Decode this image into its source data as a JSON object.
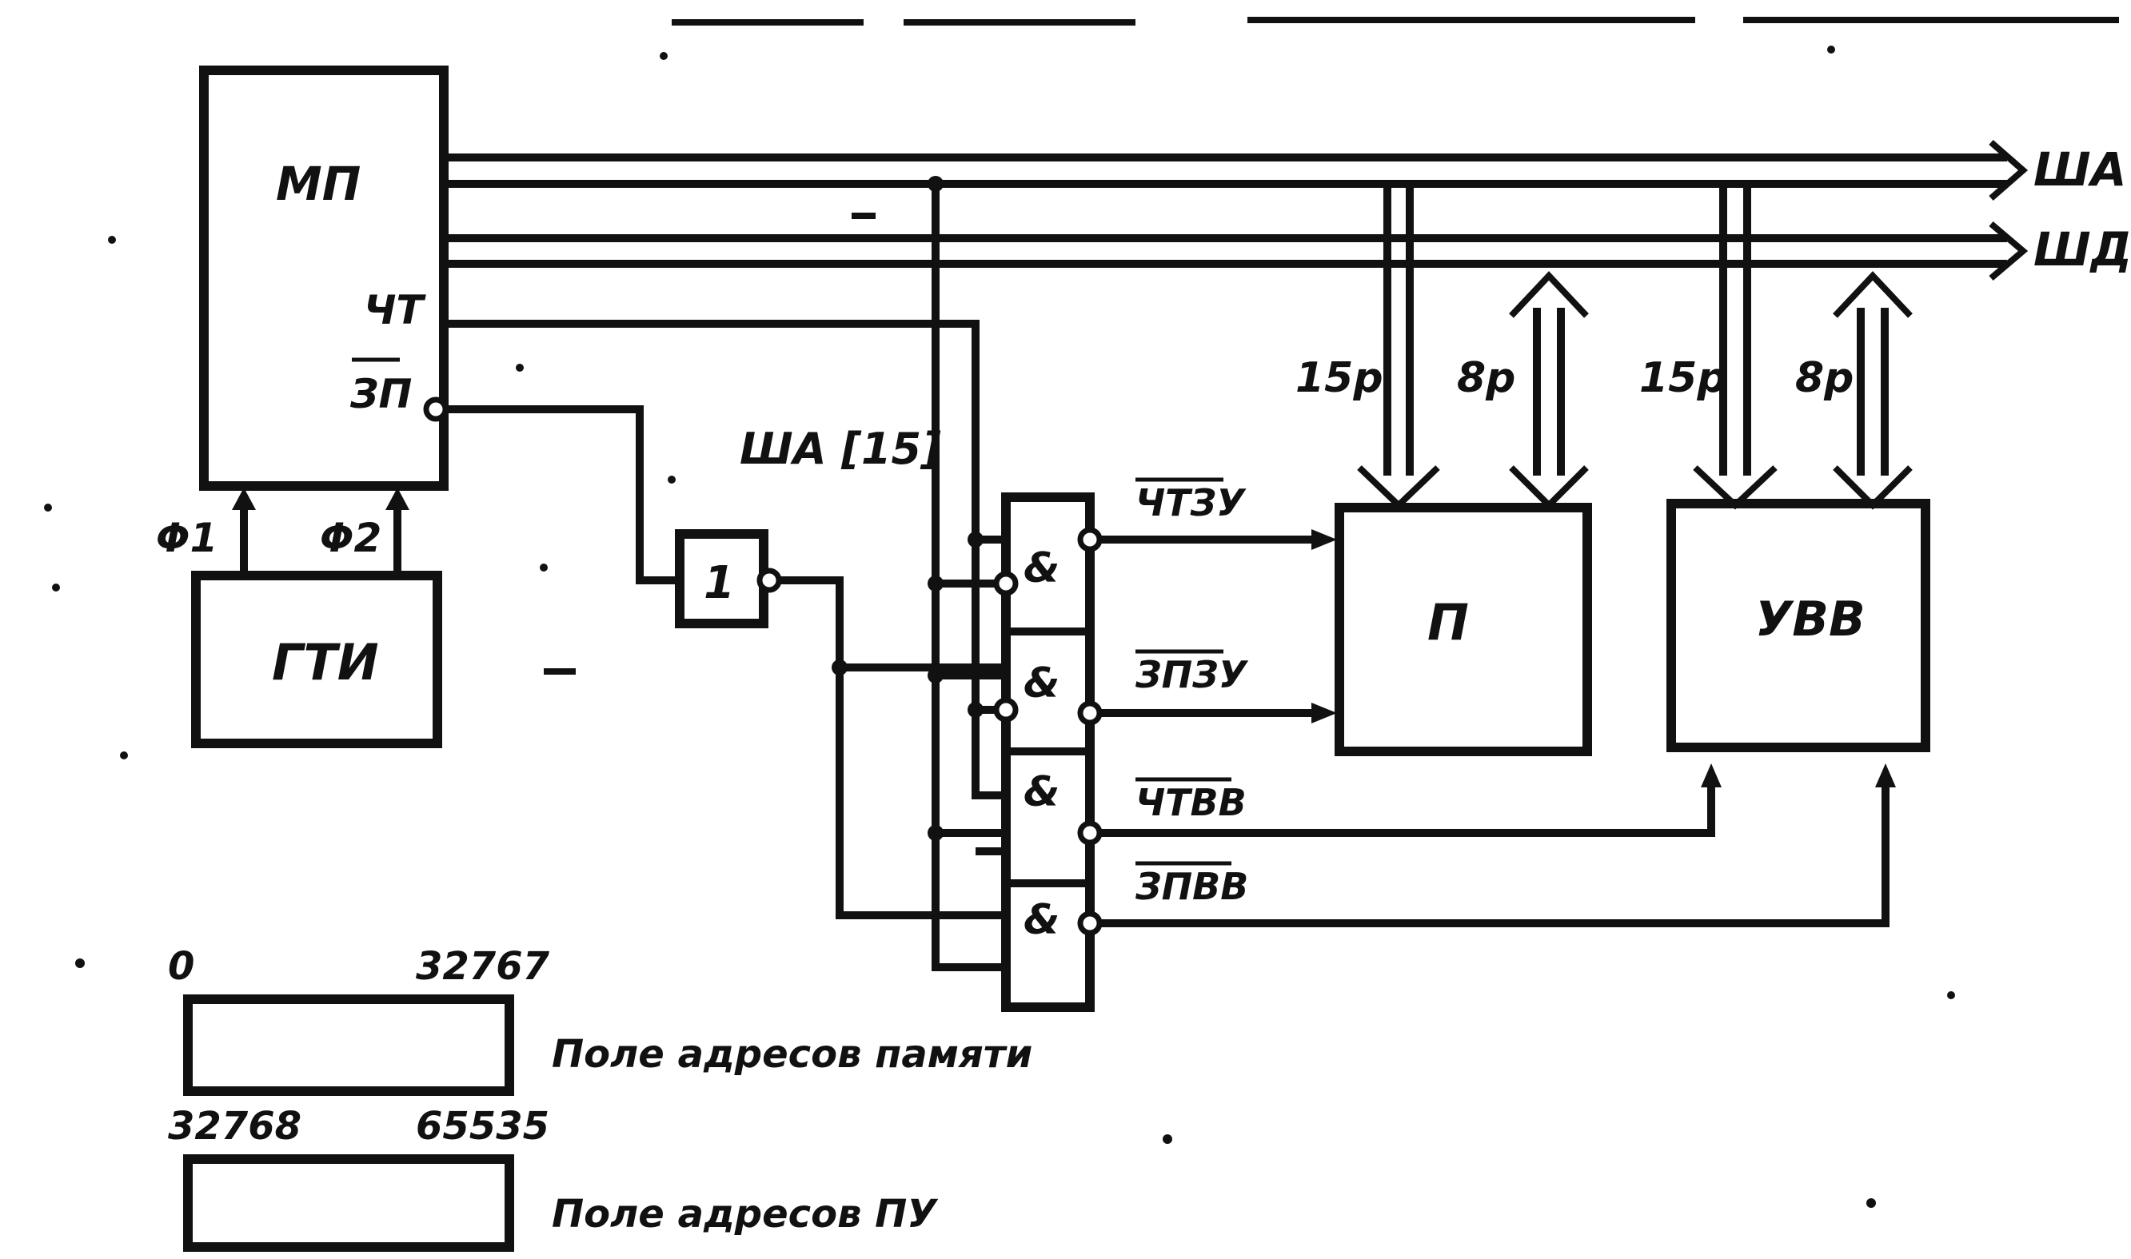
{
  "diagram": {
    "blocks": {
      "mp": "МП",
      "mp_read": "ЧТ",
      "mp_write": "ЗП",
      "gtk": "ГТИ",
      "inverter": "1",
      "memory": "П",
      "io_device": "УВВ",
      "and_gate": "&"
    },
    "clocks": {
      "phi1": "Φ1",
      "phi2": "Φ2"
    },
    "buses": {
      "address": "ША",
      "data": "ШД",
      "address_bit": "ША [15]"
    },
    "widths": {
      "mem_addr": "15р",
      "mem_data": "8р",
      "io_addr": "15р",
      "io_data": "8р"
    },
    "signals": {
      "mem_read": "ЧТЗУ",
      "mem_write": "ЗПЗУ",
      "io_read": "ЧТВВ",
      "io_write": "ЗПВВ"
    },
    "address_map": {
      "memory_start": "0",
      "memory_end": "32767",
      "memory_label": "Поле адресов памяти",
      "io_start": "32768",
      "io_end": "65535",
      "io_label": "Поле адресов ПУ"
    }
  }
}
